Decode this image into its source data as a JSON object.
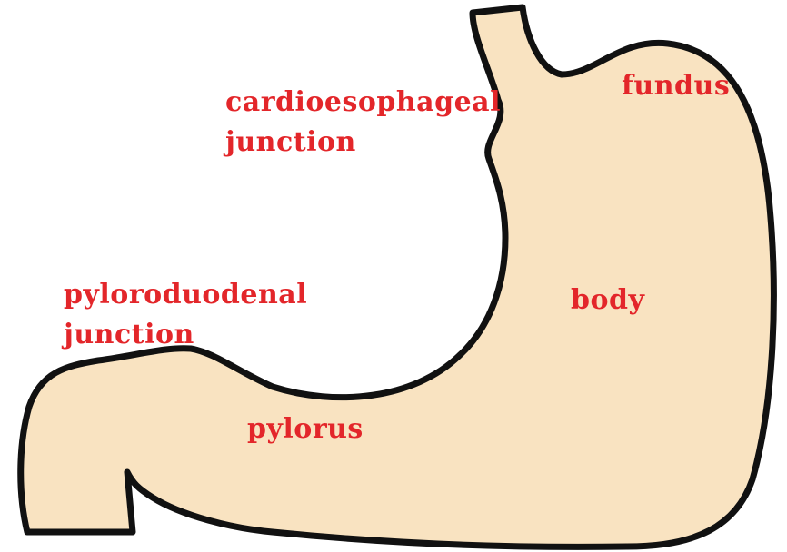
{
  "colors": {
    "organ_fill": "#f9e3c1",
    "outline": "#111111",
    "label": "#e3262a",
    "background": "#ffffff"
  },
  "labels": {
    "fundus": "fundus",
    "cardio_line1": "cardioesophageal",
    "cardio_line2": "junction",
    "body": "body",
    "pyloroduo_line1": "pyloroduodenal",
    "pyloroduo_line2": "junction",
    "pylorus": "pylorus"
  }
}
